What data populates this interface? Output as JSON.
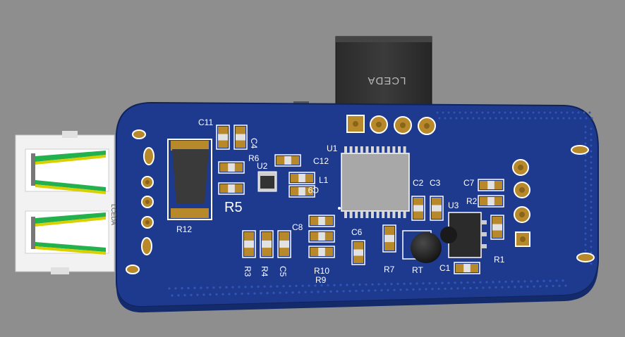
{
  "board": {
    "connector_brand": "LCEDA",
    "usb_brand": "LCEDA",
    "colors": {
      "background": "#8e8e8e",
      "pcb": "#1e3a8f",
      "copper": "#b8892a",
      "silkscreen": "#ffffff",
      "chip": "#a9a9a9"
    }
  },
  "labels": {
    "c11": "C11",
    "c4": "C4",
    "r6": "R6",
    "u2": "U2",
    "c12": "C12",
    "l1": "L1",
    "c9": "C9",
    "u1": "U1",
    "c2": "C2",
    "c3": "C3",
    "c7": "C7",
    "r2": "R2",
    "u3": "U3",
    "r5": "R5",
    "r12": "R12",
    "c8": "C8",
    "c6": "C6",
    "r3": "R3",
    "r4": "R4",
    "c5": "C5",
    "r10": "R10",
    "r9": "R9",
    "r7": "R7",
    "rt": "RT",
    "c1": "C1",
    "r1": "R1"
  }
}
